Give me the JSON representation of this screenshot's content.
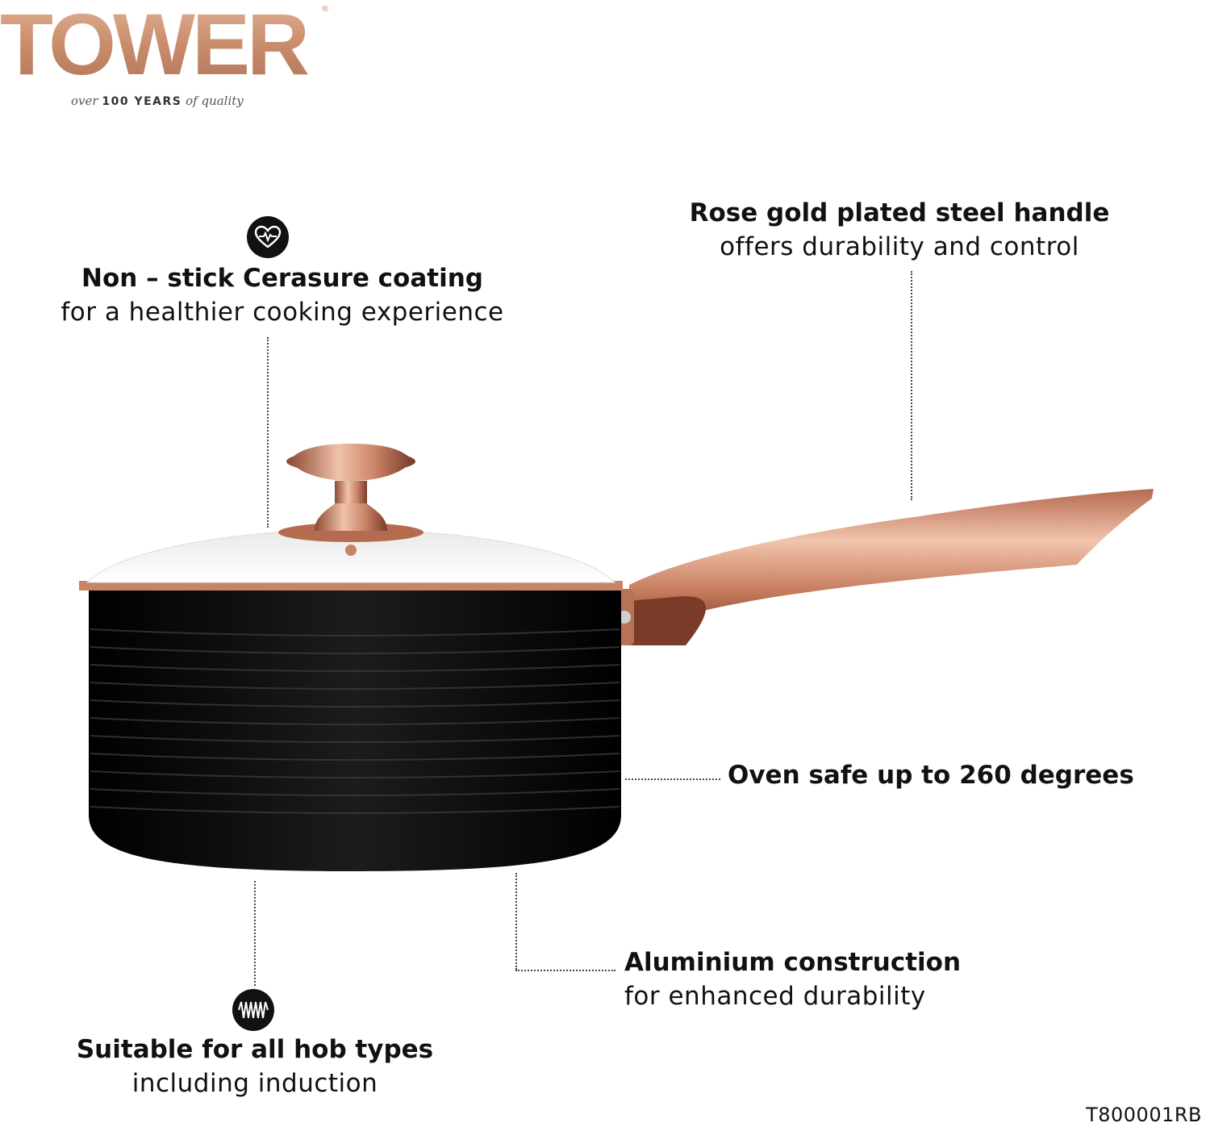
{
  "brand": {
    "logo_text": "TOWER",
    "tagline_pre": "over",
    "tagline_strong": "100 YEARS",
    "tagline_post": "of quality"
  },
  "colors": {
    "rose_gold": "#c9916f",
    "rose_gold_dark": "#8a4b34",
    "pan_black": "#0a0a0a"
  },
  "callouts": {
    "coating": {
      "icon": "heart-pulse-icon",
      "title": "Non – stick Cerasure coating",
      "subtitle": "for a healthier cooking experience"
    },
    "handle": {
      "title": "Rose gold plated steel handle",
      "subtitle": "offers durability and control"
    },
    "oven": {
      "title": "Oven safe up to 260 degrees"
    },
    "aluminium": {
      "title": "Aluminium construction",
      "subtitle": "for enhanced durability"
    },
    "hob": {
      "icon": "induction-coil-icon",
      "title": "Suitable for all hob types",
      "subtitle": "including induction"
    }
  },
  "product_code": "T800001RB"
}
